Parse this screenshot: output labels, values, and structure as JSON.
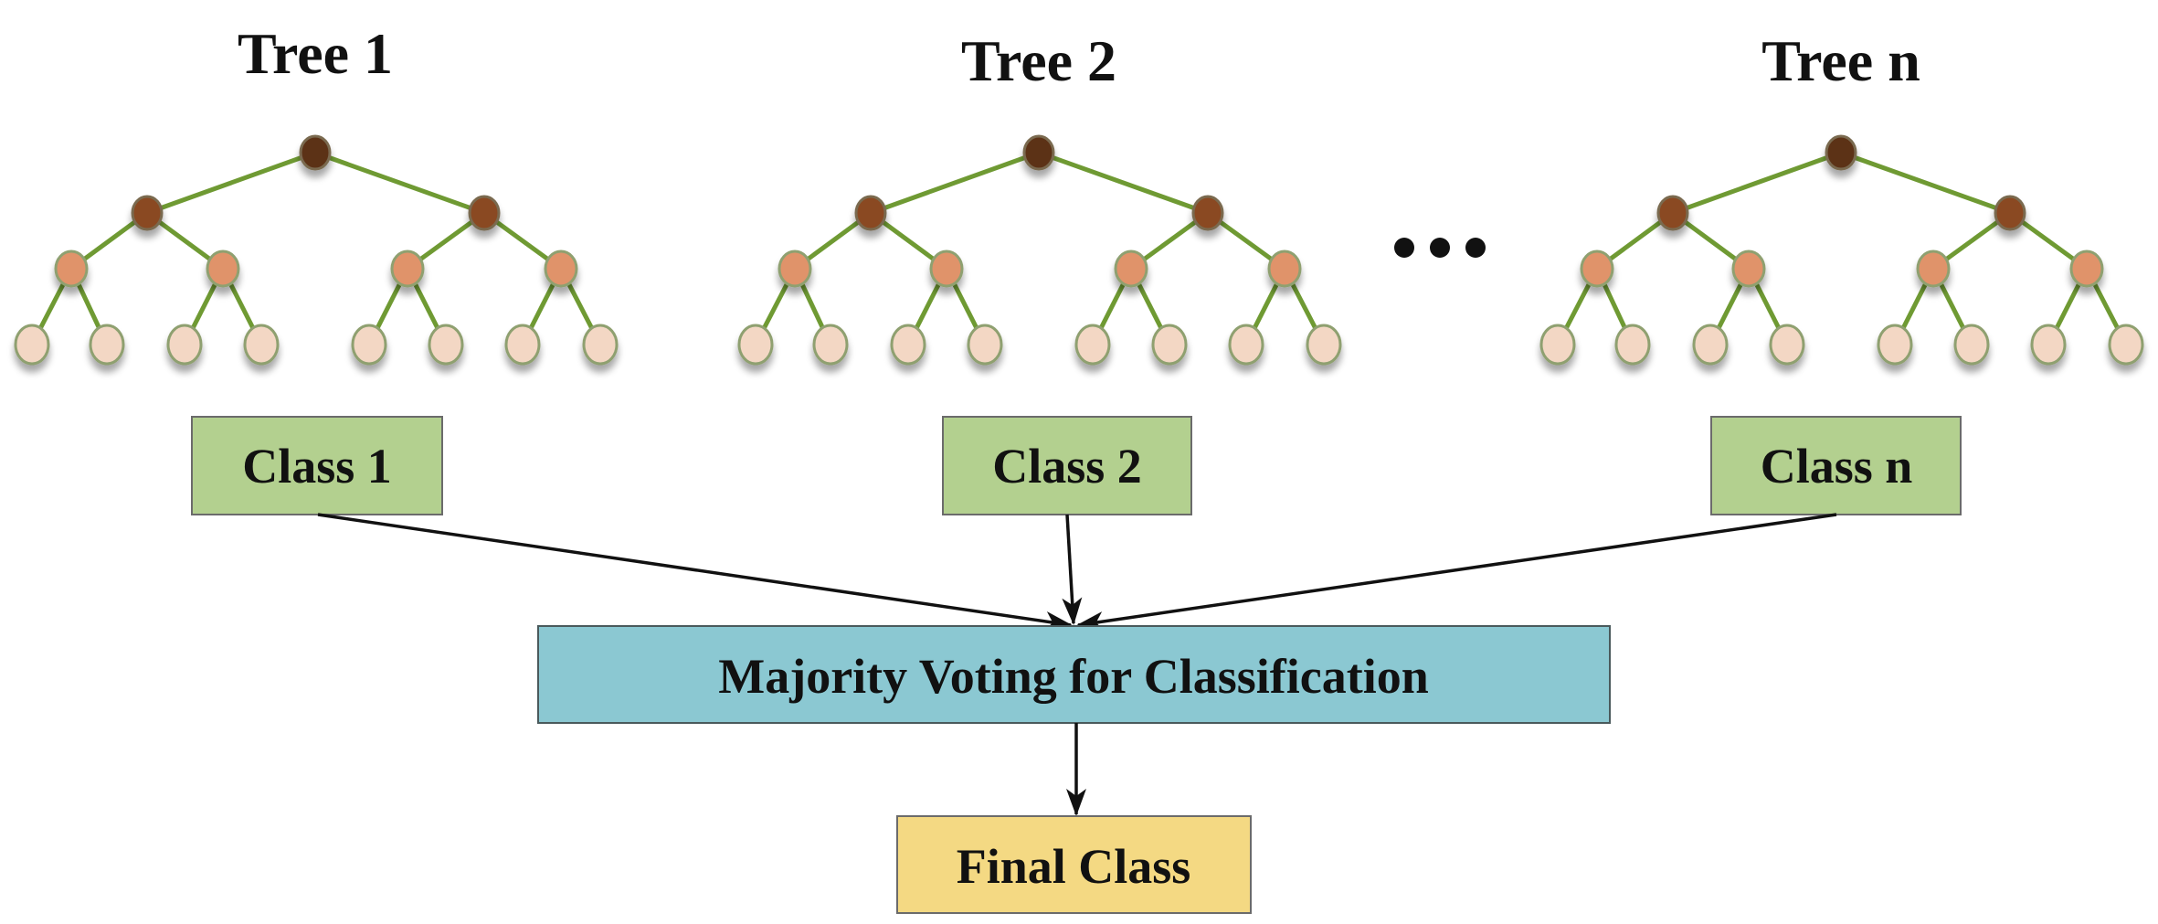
{
  "trees": [
    {
      "title": "Tree 1",
      "class_label": "Class 1"
    },
    {
      "title": "Tree 2",
      "class_label": "Class 2"
    },
    {
      "title": "Tree n",
      "class_label": "Class n"
    }
  ],
  "ellipsis": "...",
  "aggregation": {
    "label": "Majority Voting for Classification"
  },
  "output": {
    "label": "Final Class"
  },
  "colors": {
    "edge": "#6f9a33",
    "root_node": "#5c3018",
    "level2_node": "#8a4a20",
    "level3_node": "#e0936a",
    "leaf_node": "#f3d7c4",
    "node_outline": "#8fa070",
    "class_box": "#b3d08f",
    "aggregation_box": "#8bc8d2",
    "output_box": "#f4d983",
    "arrow": "#111111"
  }
}
